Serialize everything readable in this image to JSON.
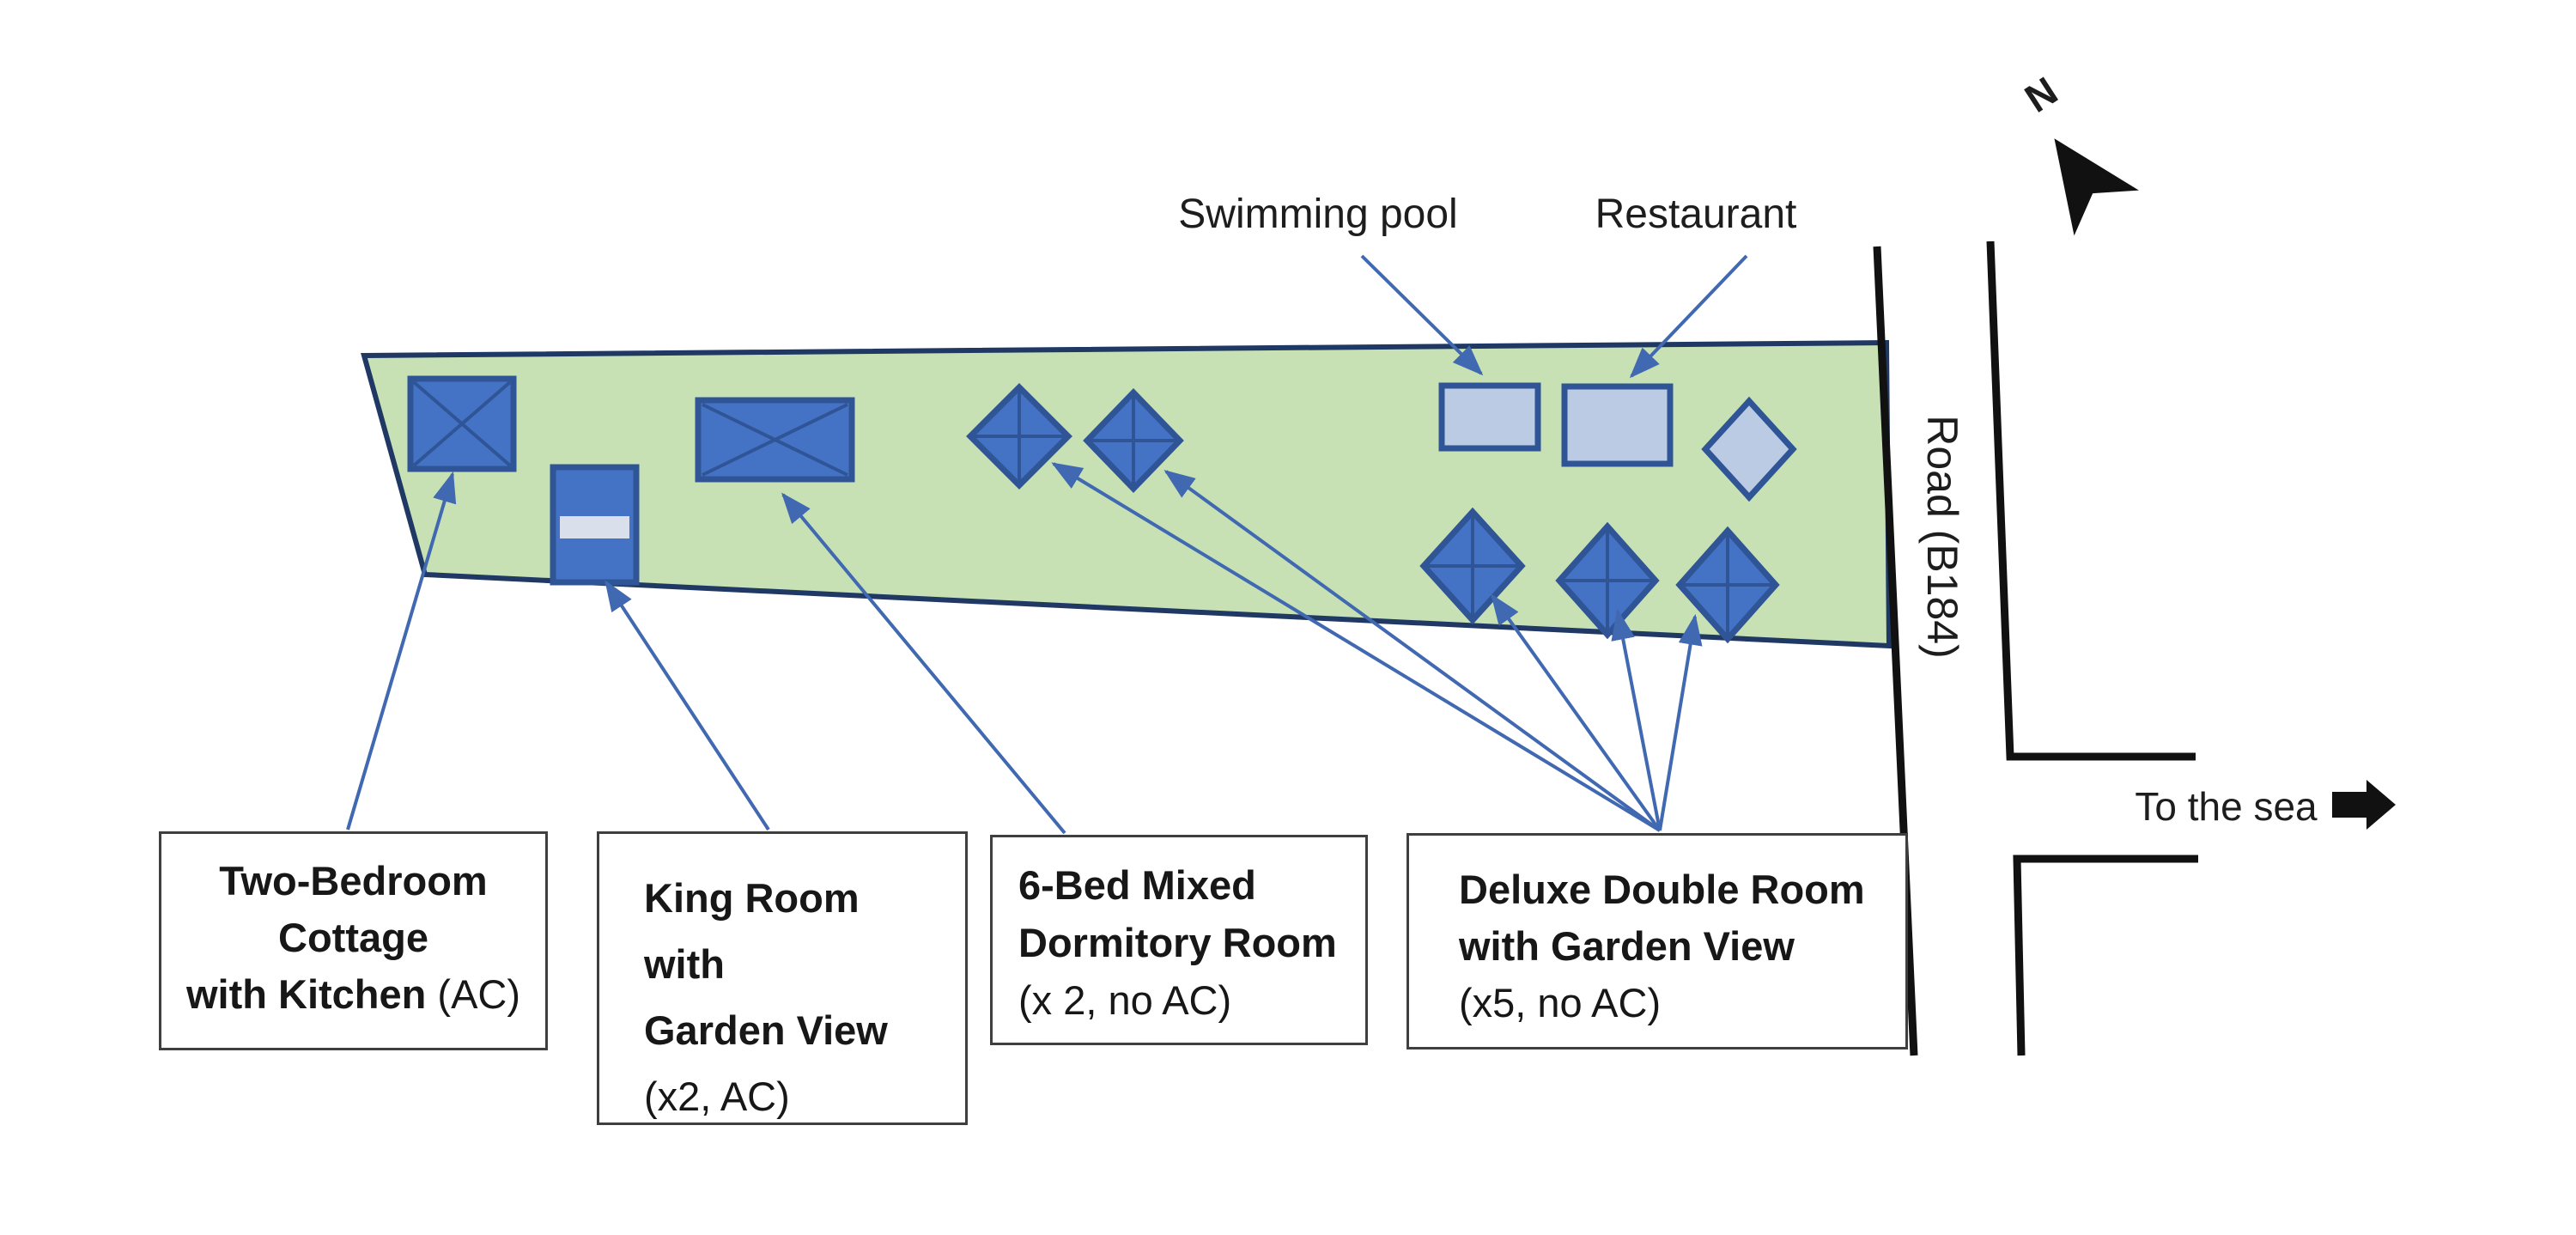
{
  "compass": {
    "letter": "N"
  },
  "map_labels": {
    "swimming_pool": "Swimming pool",
    "restaurant": "Restaurant",
    "road": "Road (B184)",
    "to_the_sea": "To the sea"
  },
  "boxes": [
    {
      "line1_bold": "Two-Bedroom",
      "line2_bold": "Cottage",
      "line3_bold": "with Kitchen",
      "line3_regular": " (AC)"
    },
    {
      "line1_bold": "King Room",
      "line2_bold": "with",
      "line3_bold": "Garden View",
      "line4_regular": "(x2, AC)"
    },
    {
      "line1_bold": "6-Bed Mixed",
      "line2_bold": "Dormitory Room",
      "line3_regular": "(x 2, no AC)"
    },
    {
      "line1_bold": "Deluxe Double Room",
      "line2_bold": "with Garden View",
      "line3_regular": "(x5, no AC)"
    }
  ],
  "colors": {
    "plot-green": "#c7e1b5",
    "plot-border": "#1f3864",
    "shape-blue": "#4472c4",
    "shape-border": "#2f5597",
    "shape-light": "#bccbe4",
    "stripe-light": "#d9e0ec",
    "connector-blue": "#4069b1",
    "road-black": "#111111"
  }
}
